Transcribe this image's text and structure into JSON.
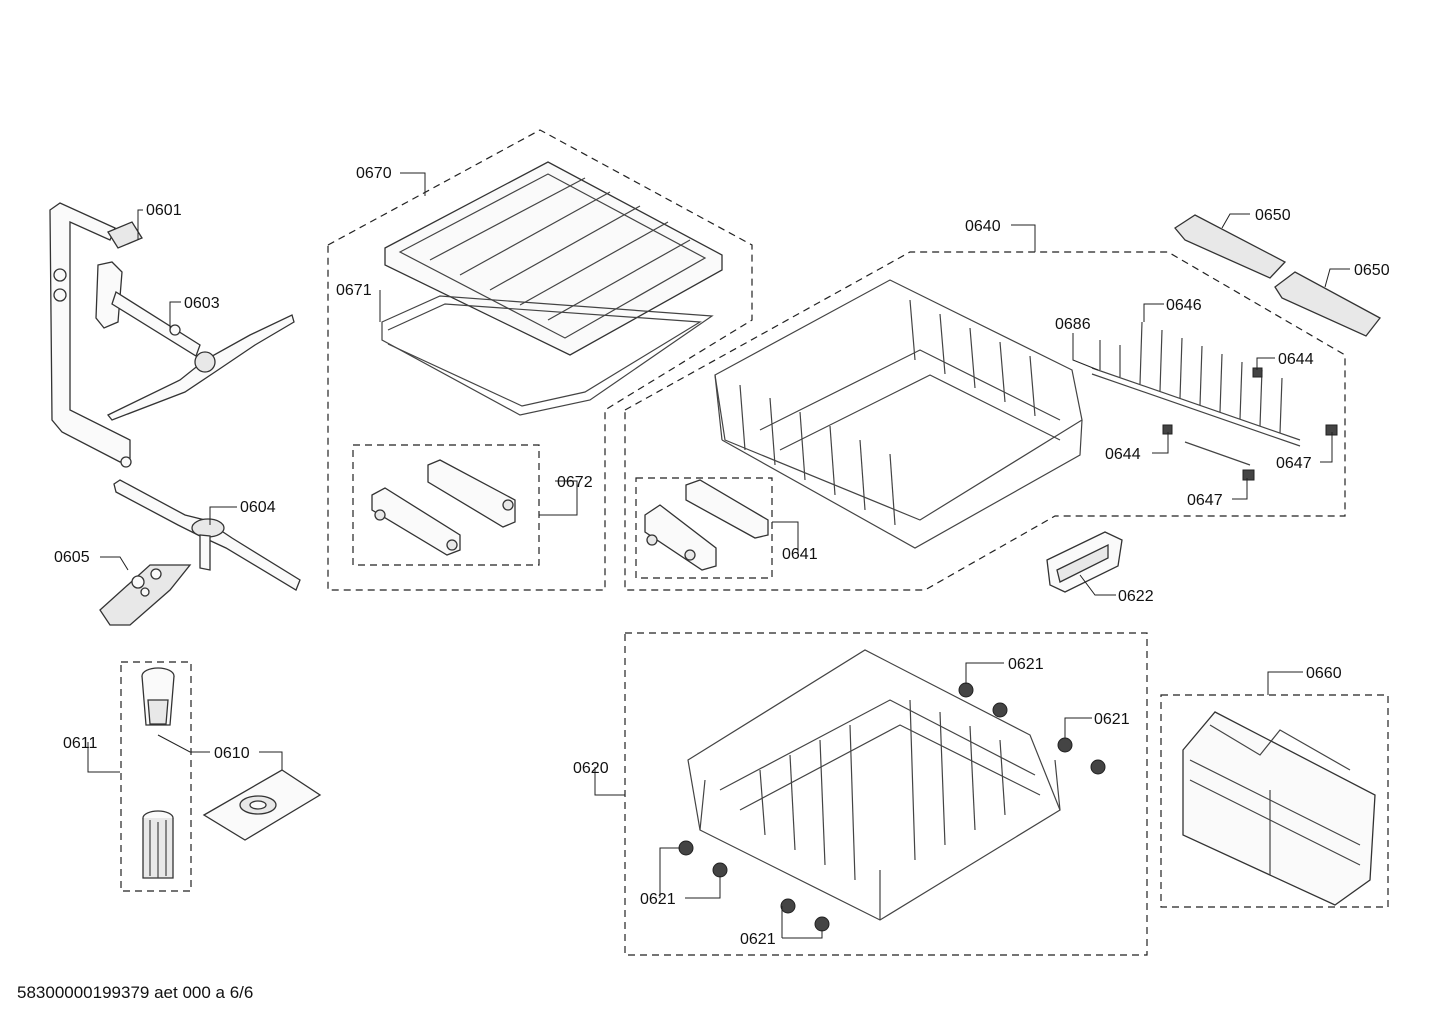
{
  "labels": {
    "p0601": "0601",
    "p0603": "0603",
    "p0604": "0604",
    "p0605": "0605",
    "p0610": "0610",
    "p0611": "0611",
    "p0670": "0670",
    "p0671": "0671",
    "p0672": "0672",
    "p0640": "0640",
    "p0641": "0641",
    "p0686": "0686",
    "p0646": "0646",
    "p0650a": "0650",
    "p0650b": "0650",
    "p0644a": "0644",
    "p0644b": "0644",
    "p0647a": "0647",
    "p0647b": "0647",
    "p0622": "0622",
    "p0620": "0620",
    "p0621a": "0621",
    "p0621b": "0621",
    "p0621c": "0621",
    "p0621d": "0621",
    "p0660": "0660"
  },
  "footer": "58300000199379 aet 000 a 6/6",
  "icons": {
    "spray_arm_assembly": "spray-arm-icon",
    "cutlery_tray": "cutlery-tray-icon",
    "upper_rack": "upper-rack-icon",
    "lower_rack": "lower-rack-icon",
    "cutlery_basket": "cutlery-basket-icon",
    "filter": "filter-icon",
    "rack_wheel": "wheel-icon"
  }
}
